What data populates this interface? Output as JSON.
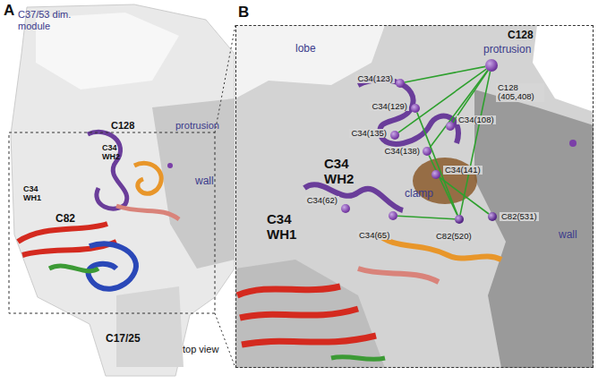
{
  "diagram": {
    "nodes": [
      {
        "text": [
          "B"
        ]
      },
      {
        "text": [
          "C128 (405,408)"
        ],
        "in": 0
      },
      {
        "text": [
          "C34(123)"
        ],
        "in": 0
      },
      {
        "text": [
          "C34(129)"
        ],
        "in": 0
      },
      {
        "text": [
          "C34(108)"
        ],
        "in": 0
      },
      {
        "text": [
          "C34(135)"
        ],
        "in": 0
      },
      {
        "text": [
          "C34(138)"
        ],
        "in": 0
      },
      {
        "text": [
          "C34(141)"
        ],
        "in": 0
      },
      {
        "text": [
          "C34(62)"
        ],
        "in": 0
      },
      {
        "text": [
          "C34(65)"
        ],
        "in": 0
      },
      {
        "text": [
          "C82(531)"
        ],
        "in": 0
      },
      {
        "text": [
          "C82(520)"
        ],
        "in": 0
      }
    ],
    "edges": [
      {
        "from": 1,
        "to": 2,
        "arrow": "none"
      },
      {
        "from": 1,
        "to": 4,
        "arrow": "none"
      },
      {
        "from": 1,
        "to": 5,
        "arrow": "none"
      },
      {
        "from": 1,
        "to": 6,
        "arrow": "none"
      },
      {
        "from": 1,
        "to": 11,
        "arrow": "none"
      },
      {
        "from": 11,
        "to": 3,
        "arrow": "none"
      },
      {
        "from": 11,
        "to": 6,
        "arrow": "none"
      },
      {
        "from": 11,
        "to": 9,
        "arrow": "none"
      },
      {
        "from": 10,
        "to": 7,
        "arrow": "none"
      }
    ],
    "labels": [
      "A",
      "C37/53 dim. module",
      "C128",
      "protrusion",
      "C34 WH2",
      "C34 WH1",
      "wall",
      "C82",
      "C17/25",
      "top view",
      "lobe",
      "C128",
      "protrusion",
      "C34 WH2",
      "C34 WH1",
      "clamp",
      "wall"
    ]
  }
}
